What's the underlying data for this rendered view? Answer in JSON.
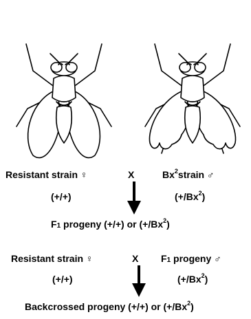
{
  "cross1": {
    "female_label": "Resistant strain ♀",
    "cross_symbol": "X",
    "male_label_pre": "Bx",
    "male_label_sup": "2",
    "male_label_post": "strain ♂",
    "female_genotype": "(+/+)",
    "male_genotype_pre": "(+/Bx",
    "male_genotype_sup": "2",
    "male_genotype_post": ")",
    "f1_pre": "F",
    "f1_sub": "1",
    "f1_post": " progeny (+/+) or (+/Bx",
    "f1_sup": "2",
    "f1_end": ")"
  },
  "cross2": {
    "female_label": "Resistant strain ♀",
    "cross_symbol": "X",
    "male_label_pre": "F",
    "male_label_sub": "1",
    "male_label_post": " progeny ♂",
    "female_genotype": "(+/+)",
    "male_genotype_pre": "(+/Bx",
    "male_genotype_sup": "2",
    "male_genotype_post": ")",
    "result_pre": "Backcrossed progeny (+/+) or (+/Bx",
    "result_sup": "2",
    "result_end": ")"
  },
  "icons": [
    "wild-type-fly-icon",
    "bx2-mutant-fly-icon",
    "down-arrow-icon"
  ]
}
